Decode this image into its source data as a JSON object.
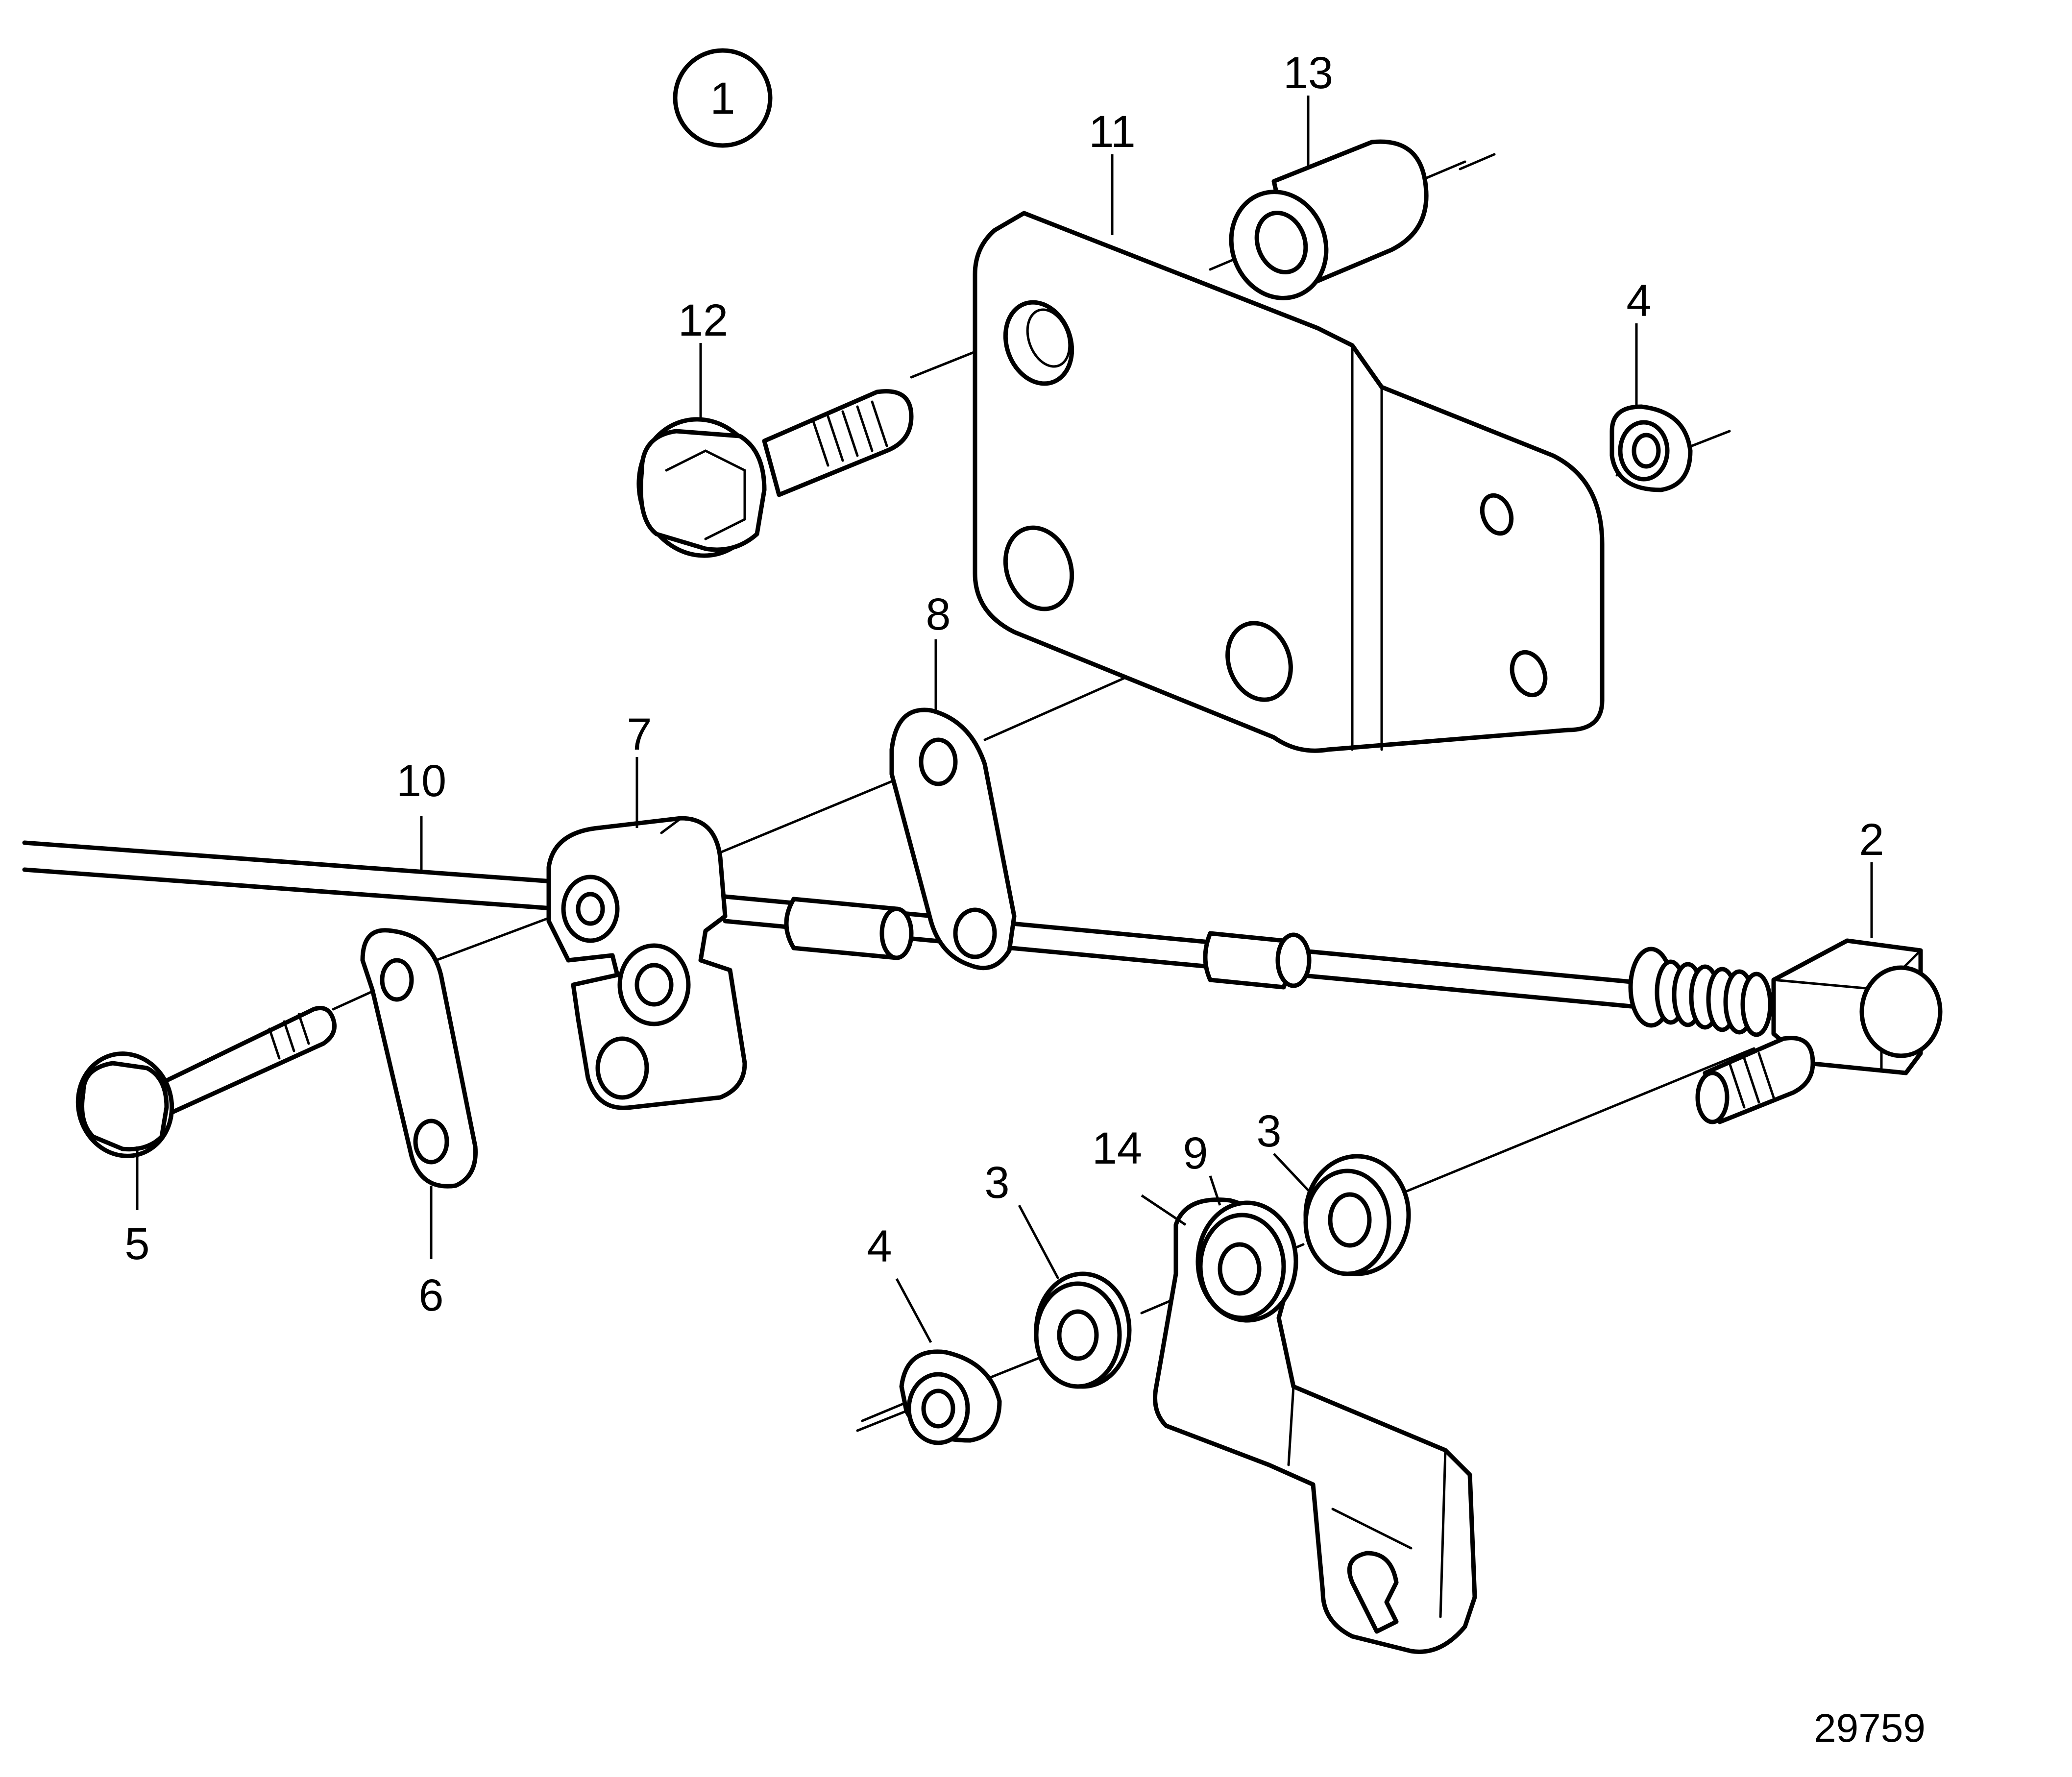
{
  "view_marker": "1",
  "reference_number": "29759",
  "callouts": {
    "c2": "2",
    "c3a": "3",
    "c3b": "3",
    "c4a": "4",
    "c4b": "4",
    "c5": "5",
    "c6": "6",
    "c7": "7",
    "c8": "8",
    "c9": "9",
    "c10": "10",
    "c11": "11",
    "c12": "12",
    "c13": "13",
    "c14": "14"
  }
}
